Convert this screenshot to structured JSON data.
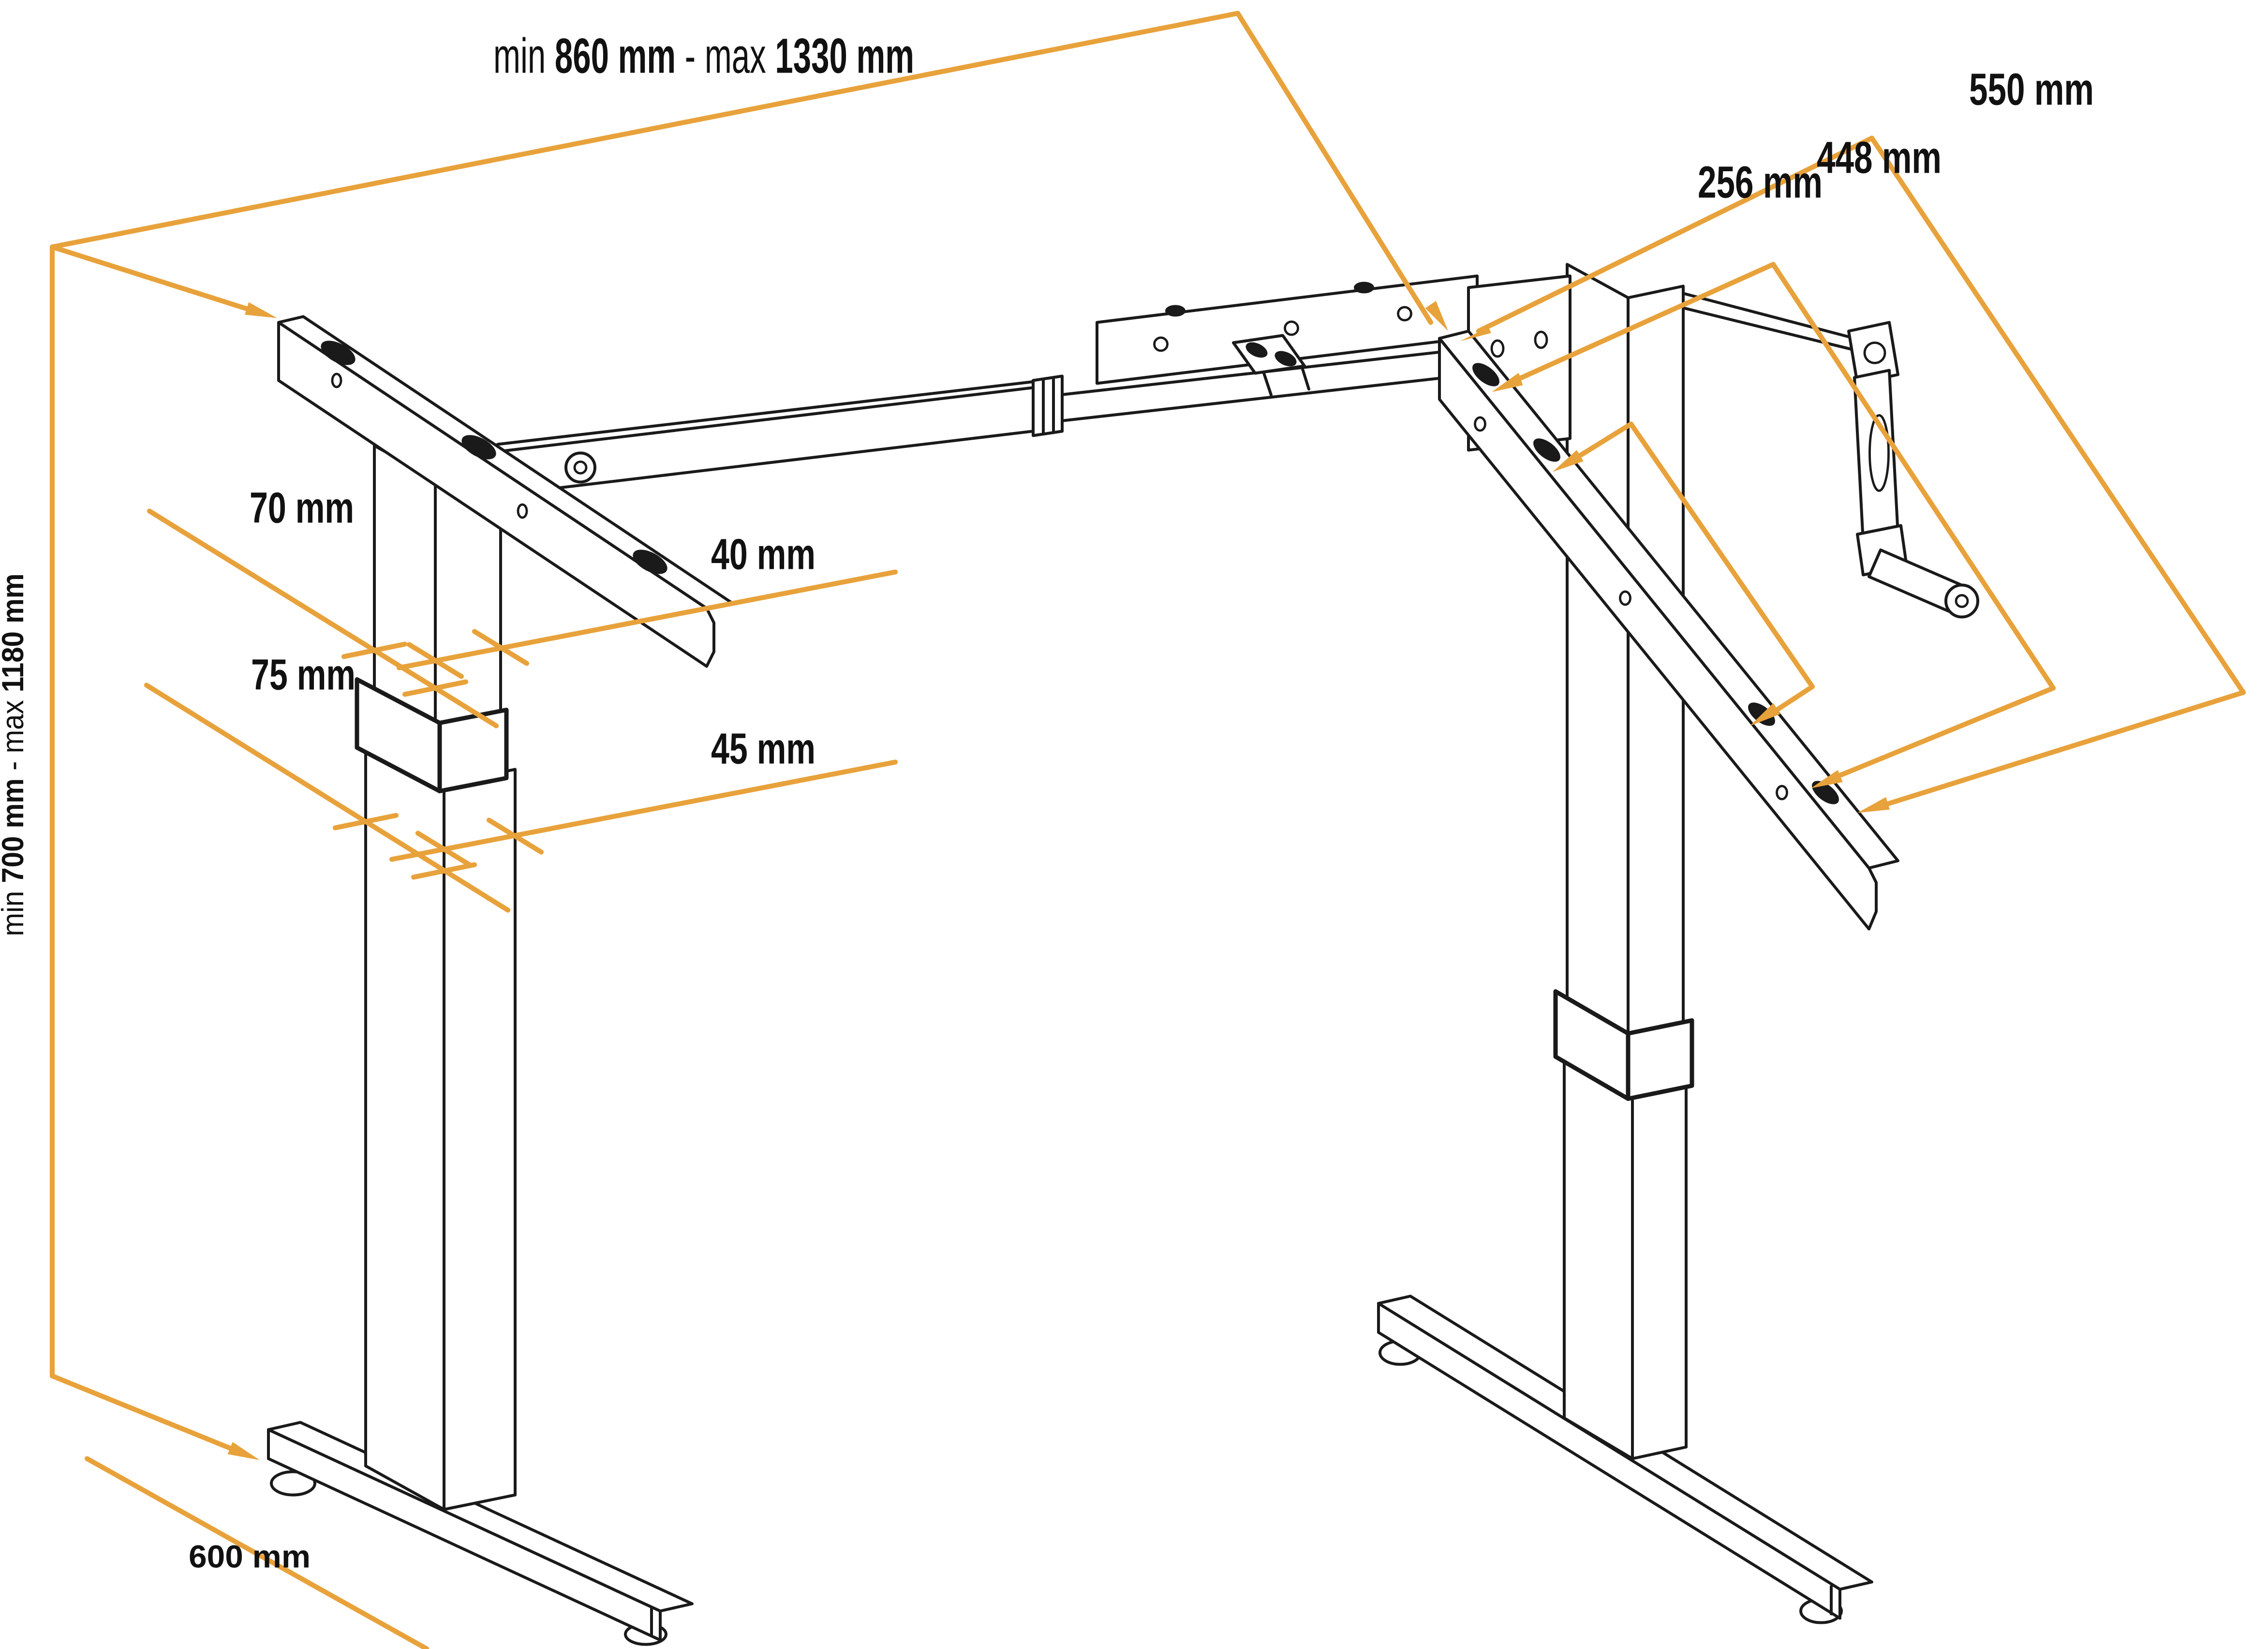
{
  "page": {
    "background": "#FFFFFF"
  },
  "colors": {
    "dimension_line": "#E8A23B",
    "drawing_line": "#1A1A1A",
    "text": "#111111"
  },
  "labels": {
    "width_range": {
      "min_word": "min ",
      "min_value": "860 mm",
      "separator": " - ",
      "max_word": "max ",
      "max_value": "1330 mm"
    },
    "height_range": {
      "min_word": "min ",
      "min_value": "700 mm",
      "separator": " - ",
      "max_word": "max ",
      "max_value": "1180 mm"
    },
    "bracket_length": "550 mm",
    "hole_spacing_outer": "448 mm",
    "hole_spacing_inner": "256 mm",
    "upper_column_width": "70 mm",
    "upper_column_depth": "40 mm",
    "lower_column_width": "75 mm",
    "lower_column_depth": "45 mm",
    "foot_length": "600 mm"
  }
}
